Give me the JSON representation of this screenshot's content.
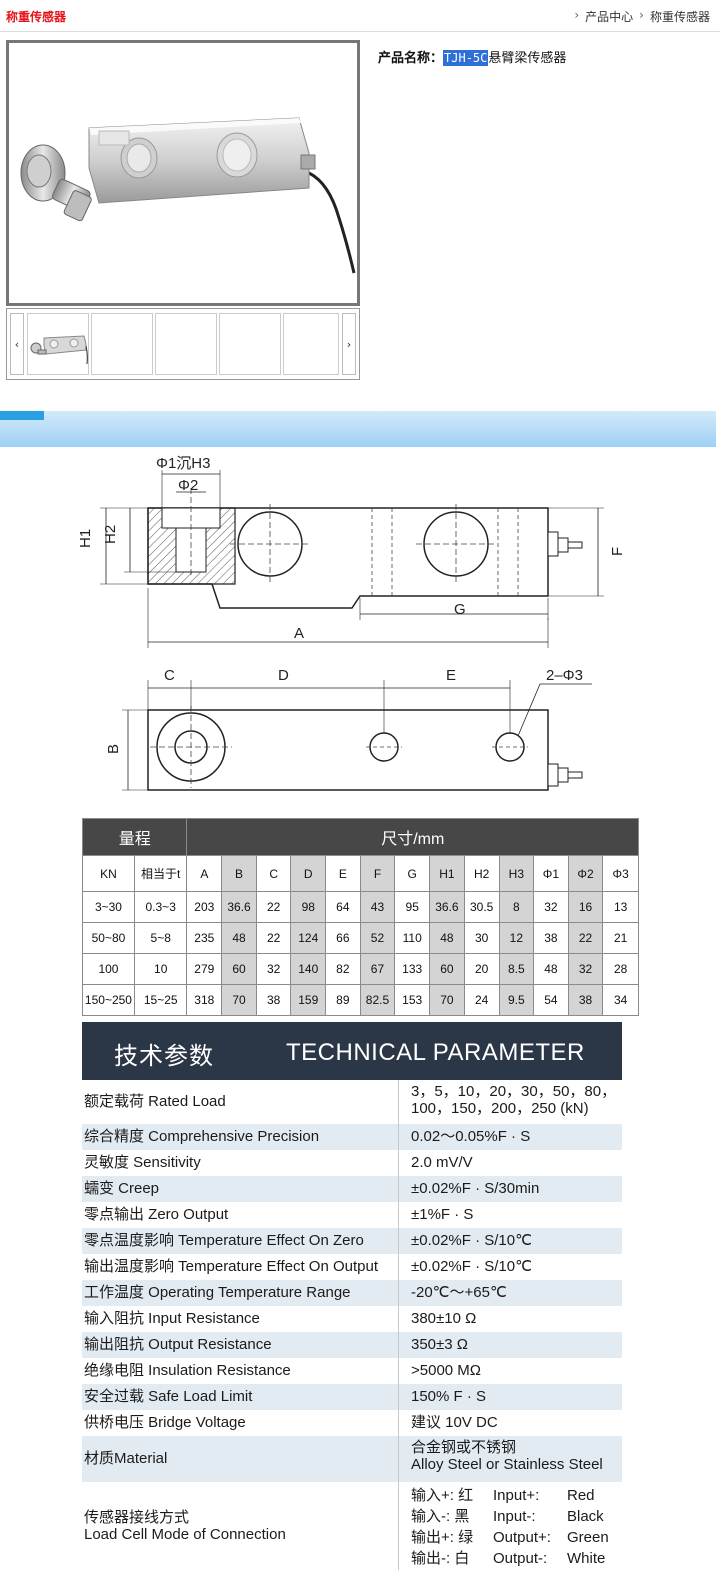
{
  "header": {
    "category": "称重传感器",
    "breadcrumb": [
      "产品中心",
      "称重传感器"
    ],
    "sep": "›"
  },
  "product": {
    "name_label": "产品名称：",
    "name_model": "TJH-5C",
    "name_rest": "悬臂梁传感器"
  },
  "gallery": {
    "prev": "‹",
    "next": "›"
  },
  "drawing": {
    "labels": {
      "phi1_h3": "Φ1沉H3",
      "phi2": "Φ2",
      "h1": "H1",
      "h2": "H2",
      "f": "F",
      "g": "G",
      "a": "A",
      "c": "C",
      "d": "D",
      "e": "E",
      "phi3": "2–Φ3",
      "b": "B"
    }
  },
  "dimensions": {
    "group_range": "量程",
    "group_size": "尺寸/mm",
    "columns": [
      "KN",
      "相当于t",
      "A",
      "B",
      "C",
      "D",
      "E",
      "F",
      "G",
      "H1",
      "H2",
      "H3",
      "Φ1",
      "Φ2",
      "Φ3"
    ],
    "rows": [
      [
        "3~30",
        "0.3~3",
        "203",
        "36.6",
        "22",
        "98",
        "64",
        "43",
        "95",
        "36.6",
        "30.5",
        "8",
        "32",
        "16",
        "13"
      ],
      [
        "50~80",
        "5~8",
        "235",
        "48",
        "22",
        "124",
        "66",
        "52",
        "110",
        "48",
        "30",
        "12",
        "38",
        "22",
        "21"
      ],
      [
        "100",
        "10",
        "279",
        "60",
        "32",
        "140",
        "82",
        "67",
        "133",
        "60",
        "20",
        "8.5",
        "48",
        "32",
        "28"
      ],
      [
        "150~250",
        "15~25",
        "318",
        "70",
        "38",
        "159",
        "89",
        "82.5",
        "153",
        "70",
        "24",
        "9.5",
        "54",
        "38",
        "34"
      ]
    ]
  },
  "technical": {
    "title_cn": "技术参数",
    "title_en": "TECHNICAL PARAMETER",
    "rows": [
      {
        "k": "额定载荷 Rated Load",
        "v1": "3，5，10，20，30，50，80，",
        "v2": "100，150，200，250 (kN)"
      },
      {
        "k": "综合精度 Comprehensive Precision",
        "v1": "0.02～0.05%F · S"
      },
      {
        "k": "灵敏度 Sensitivity",
        "v1": "2.0 mV/V"
      },
      {
        "k": "蠕变 Creep",
        "v1": "±0.02%F · S/30min"
      },
      {
        "k": "零点输出 Zero Output",
        "v1": "±1%F · S"
      },
      {
        "k": "零点温度影响 Temperature Effect On Zero",
        "v1": "±0.02%F · S/10℃"
      },
      {
        "k": "输出温度影响 Temperature Effect On Output",
        "v1": "±0.02%F · S/10℃"
      },
      {
        "k": "工作温度 Operating Temperature Range",
        "v1": "-20℃～+65℃"
      },
      {
        "k": "输入阻抗 Input Resistance",
        "v1": "380±10 Ω"
      },
      {
        "k": "输出阻抗 Output Resistance",
        "v1": "350±3 Ω"
      },
      {
        "k": "绝缘电阻 Insulation Resistance",
        "v1": ">5000 MΩ"
      },
      {
        "k": "安全过载 Safe Load Limit",
        "v1": "150% F · S"
      },
      {
        "k": "供桥电压 Bridge Voltage",
        "v1": "建议 10V DC"
      },
      {
        "k": "材质Material",
        "v1": "合金钢或不锈钢",
        "v2": "Alloy Steel or Stainless Steel"
      }
    ],
    "connection": {
      "k1": "传感器接线方式",
      "k2": "Load Cell Mode of Connection",
      "lines": [
        [
          "输入+: 红",
          "Input+:",
          "Red"
        ],
        [
          "输入-: 黑",
          "Input-:",
          "Black"
        ],
        [
          "输出+: 绿",
          "Output+:",
          "Green"
        ],
        [
          "输出-: 白",
          "Output-:",
          "White"
        ]
      ]
    }
  }
}
